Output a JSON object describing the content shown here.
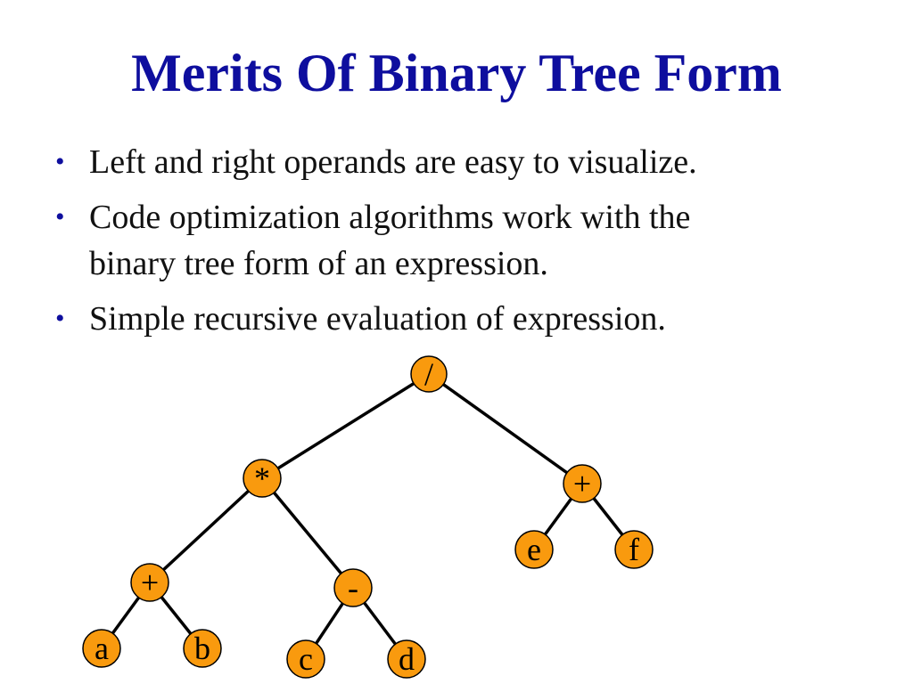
{
  "slide": {
    "title": "Merits Of Binary Tree Form",
    "bullet_symbol": "•",
    "bullets": [
      {
        "lines": [
          "Left and right operands are easy to visualize."
        ]
      },
      {
        "lines": [
          "Code optimization algorithms work with the",
          "binary tree form of an expression."
        ]
      },
      {
        "lines": [
          "Simple recursive evaluation of expression."
        ]
      }
    ]
  },
  "tree": {
    "node_color": "#f99a0e",
    "nodes": [
      {
        "id": "root",
        "label": "/",
        "name": "tree-node-root"
      },
      {
        "id": "mul",
        "label": "*",
        "name": "tree-node-multiply"
      },
      {
        "id": "plus-right",
        "label": "+",
        "name": "tree-node-plus-right"
      },
      {
        "id": "plus-left",
        "label": "+",
        "name": "tree-node-plus-left"
      },
      {
        "id": "minus",
        "label": "-",
        "name": "tree-node-minus"
      },
      {
        "id": "a",
        "label": "a",
        "name": "tree-node-a"
      },
      {
        "id": "b",
        "label": "b",
        "name": "tree-node-b"
      },
      {
        "id": "c",
        "label": "c",
        "name": "tree-node-c"
      },
      {
        "id": "d",
        "label": "d",
        "name": "tree-node-d"
      },
      {
        "id": "e",
        "label": "e",
        "name": "tree-node-e"
      },
      {
        "id": "f",
        "label": "f",
        "name": "tree-node-f"
      }
    ],
    "edges": [
      [
        "root",
        "mul"
      ],
      [
        "root",
        "plus-right"
      ],
      [
        "mul",
        "plus-left"
      ],
      [
        "mul",
        "minus"
      ],
      [
        "plus-left",
        "a"
      ],
      [
        "plus-left",
        "b"
      ],
      [
        "minus",
        "c"
      ],
      [
        "minus",
        "d"
      ],
      [
        "plus-right",
        "e"
      ],
      [
        "plus-right",
        "f"
      ]
    ]
  }
}
